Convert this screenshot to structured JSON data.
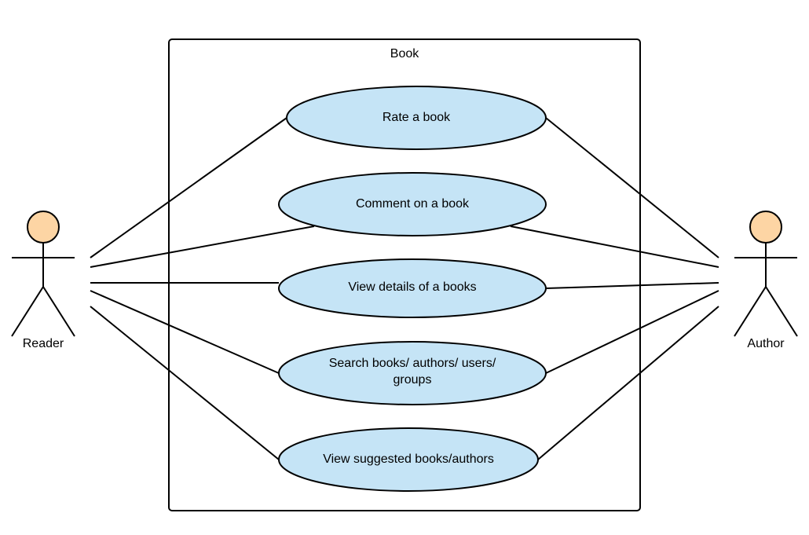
{
  "diagram": {
    "system": {
      "title": "Book"
    },
    "actors": [
      {
        "id": "reader",
        "label": "Reader"
      },
      {
        "id": "author",
        "label": "Author"
      }
    ],
    "use_cases": [
      {
        "id": "rate",
        "lines": [
          "Rate a book"
        ]
      },
      {
        "id": "comment",
        "lines": [
          "Comment on a book"
        ]
      },
      {
        "id": "view-details",
        "lines": [
          "View details of a books"
        ]
      },
      {
        "id": "search",
        "lines": [
          "Search books/ authors/ users/",
          "groups"
        ]
      },
      {
        "id": "view-suggested",
        "lines": [
          "View suggested books/authors"
        ]
      }
    ],
    "colors": {
      "use_case_fill": "#c5e4f6",
      "actor_head_fill": "#fdd5a4",
      "stroke": "#000000"
    }
  }
}
